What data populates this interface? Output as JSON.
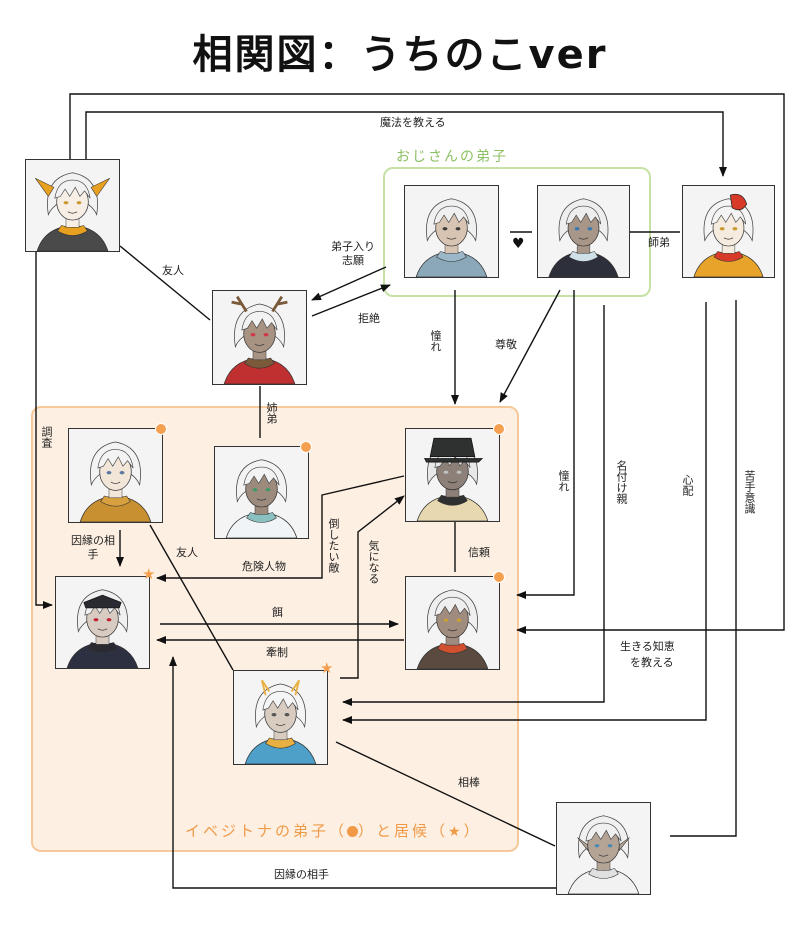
{
  "title": "相関図：うちのこver",
  "groups": {
    "ojisan": "おじさんの弟子",
    "deshi_prefix": "イベジトナの弟子（",
    "deshi_mid": "）と居候（",
    "deshi_suffix": "）"
  },
  "heart": "♥",
  "labels": {
    "mahou": "魔法を教える",
    "yuujin_top": "友人",
    "shigan": "弟子入り志願",
    "kyozetsu": "拒絶",
    "shitei_right": "師弟",
    "akogare_1": "憧れ",
    "sonkei": "尊敬",
    "shitei_mid": "姉弟",
    "chousa": "調査",
    "innen_1": "因縁の相手",
    "yuujin_mid": "友人",
    "kiken": "危険人物",
    "taoshitai": "倒したい敵",
    "kininaru": "気になる",
    "shinrai": "信頼",
    "akogare_2": "憧れ",
    "nazuke": "名付け親",
    "shinpai": "心配",
    "nigate": "苦手意識",
    "esa": "餌",
    "kensei": "牽制",
    "ikiru_1": "生きる知恵",
    "ikiru_2": "を教える",
    "aibou": "相棒",
    "innen_2": "因縁の相手"
  },
  "palette": {
    "line": "#111111",
    "ojisan_border": "#c6e1a4",
    "ojisan_text": "#8cc063",
    "deshi_fill": "#fdf0e3",
    "deshi_border": "#f6c89a",
    "deshi_text": "#f09a47",
    "badge": "#f5a050"
  },
  "characters": [
    {
      "id": "bird",
      "hair": "#f2f2f2",
      "skin": "#f7efe6",
      "accent": "#e8a020",
      "cloth": "#4a4a4a",
      "eye": "#c99a2e"
    },
    {
      "id": "ojisan_a",
      "hair": "#f0f0f0",
      "skin": "#d8c4b2",
      "accent": "#9cb8c8",
      "cloth": "#8aa8b8",
      "eye": "#3a3a3a"
    },
    {
      "id": "ojisan_b",
      "hair": "#eeeeee",
      "skin": "#a89688",
      "accent": "#cfe0e6",
      "cloth": "#2d2f3a",
      "eye": "#3a7ab0"
    },
    {
      "id": "mask",
      "hair": "#f4f4f4",
      "skin": "#f5ebdf",
      "accent": "#d83a2a",
      "cloth": "#e8a42a",
      "eye": "#c99a2e"
    },
    {
      "id": "deer",
      "hair": "#f2f2f2",
      "skin": "#a89282",
      "accent": "#7a5a3a",
      "cloth": "#c03030",
      "eye": "#d03848"
    },
    {
      "id": "longhair",
      "hair": "#f3f3f3",
      "skin": "#f2e6d8",
      "accent": "#d9a040",
      "cloth": "#c89030",
      "eye": "#5a78a0"
    },
    {
      "id": "ponytail",
      "hair": "#f3f3f3",
      "skin": "#9c8a7c",
      "accent": "#8ac0c0",
      "cloth": "#f0f4f6",
      "eye": "#3a9a6a"
    },
    {
      "id": "hat",
      "hair": "#e8e8e8",
      "skin": "#8c8078",
      "accent": "#2f3030",
      "cloth": "#e8d8b0",
      "eye": "#c0c0c0"
    },
    {
      "id": "crown",
      "hair": "#f0f0f0",
      "skin": "#d8ccc2",
      "accent": "#2a2a32",
      "cloth": "#2c3040",
      "eye": "#c02030"
    },
    {
      "id": "scarf",
      "hair": "#efefef",
      "skin": "#a08c7e",
      "accent": "#d05030",
      "cloth": "#5a4a40",
      "eye": "#c9a030"
    },
    {
      "id": "closed",
      "hair": "#f5f5f5",
      "skin": "#d8ccc0",
      "accent": "#e8b040",
      "cloth": "#4ea0c8",
      "eye": "#555555"
    },
    {
      "id": "elf",
      "hair": "#f0f0f0",
      "skin": "#b4a496",
      "accent": "#e0e0e0",
      "cloth": "#f2f2f2",
      "eye": "#4a8ab0"
    }
  ]
}
